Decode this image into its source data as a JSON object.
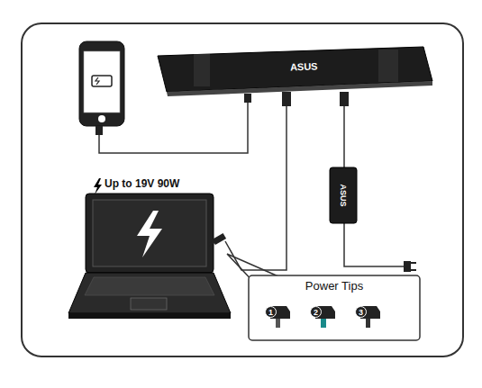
{
  "diagram": {
    "nodes": [
      {
        "text": [
          "Power Tips"
        ]
      },
      {
        "text": [
          "1"
        ],
        "in": 0
      },
      {
        "text": [
          "2"
        ],
        "in": 0
      },
      {
        "text": [
          "3"
        ],
        "in": 0
      }
    ],
    "labels": [
      "Up to 19V 90W",
      "ASUS",
      "ASUS"
    ]
  }
}
